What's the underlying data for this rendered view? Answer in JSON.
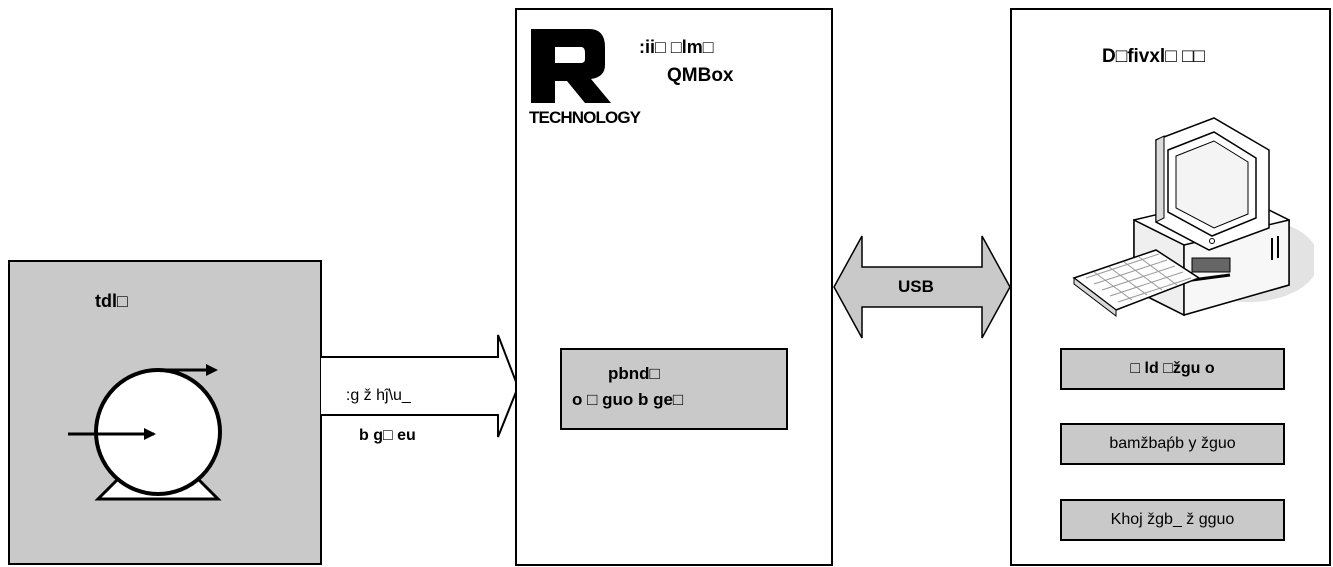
{
  "motor": {
    "title": "tdl□",
    "icon": "pump-motor-icon"
  },
  "signal": {
    "line1": ":g ž hĵ\\u_",
    "line2": "b g□ eu"
  },
  "qmbox": {
    "logo_text": "TECHNOLOGY",
    "title_line1": ":ii□ □lm□",
    "title_line2": "QMBox",
    "inner_line1": "pbnd□",
    "inner_line2": "o □ guo b ge□"
  },
  "connection": {
    "label": "USB"
  },
  "pc": {
    "title": "D□fivxl□ □□",
    "icon": "desktop-computer-icon",
    "buttons": [
      "□ ld □žgu o",
      "bamžbaṕb y žguo",
      "Khoj žgb_ ž gguo"
    ]
  },
  "colors": {
    "panel_gray": "#c9c9c9",
    "arrow_gray": "#c9c9c9",
    "stroke": "#000000"
  }
}
